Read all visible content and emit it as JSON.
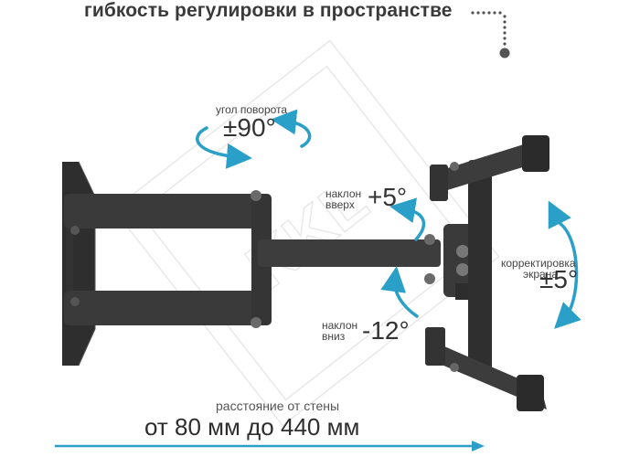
{
  "heading": "гибкость регулировки в пространстве",
  "swivel": {
    "label": "угол поворота",
    "value": "±90°"
  },
  "tilt_up": {
    "label_line1": "наклон",
    "label_line2": "вверх",
    "value": "+5°"
  },
  "tilt_down": {
    "label_line1": "наклон",
    "label_line2": "вниз",
    "value": "-12°"
  },
  "leveling": {
    "label_line1": "корректировка",
    "label_line2": "экрана",
    "value": "±5°"
  },
  "distance": {
    "label": "расстояние от стены",
    "value": "от 80 мм до 440 мм"
  },
  "watermark": "KKL",
  "colors": {
    "accent": "#2aa0c8",
    "metal": "#3c3c3c",
    "dots": "#555555"
  },
  "icons": [
    "dotted-pointer-icon",
    "swivel-arrow-icon",
    "tilt-up-arrow-icon",
    "tilt-down-arrow-icon",
    "leveling-arrow-icon",
    "distance-arrow-icon"
  ]
}
